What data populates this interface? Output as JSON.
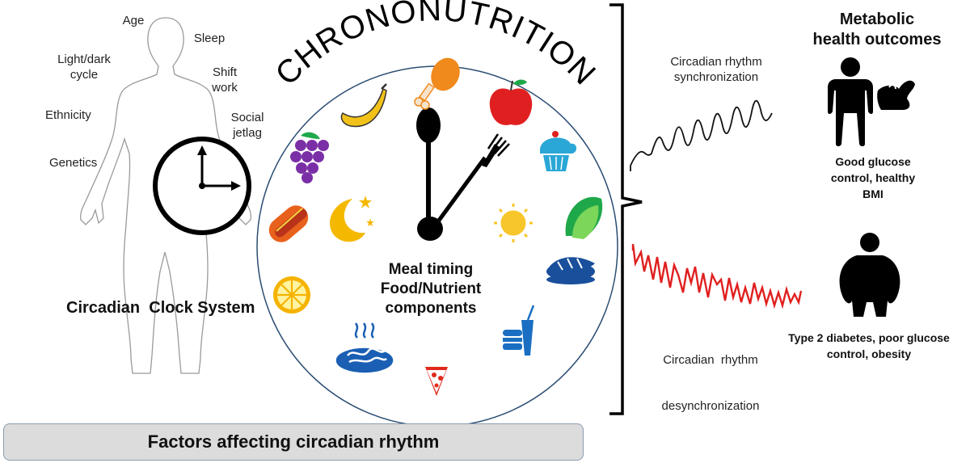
{
  "title": "CHRONONUTRITION",
  "factors": {
    "age": "Age",
    "sleep": "Sleep",
    "light_dark_1": "Light/dark",
    "light_dark_2": "cycle",
    "shift_work_1": "Shift",
    "shift_work_2": "work",
    "ethnicity": "Ethnicity",
    "social_jetlag_1": "Social",
    "social_jetlag_2": "jetlag",
    "genetics": "Genetics"
  },
  "circadian_label": "Circadian  Clock System",
  "center_text": [
    "Meal timing",
    "Food/Nutrient",
    "components"
  ],
  "banner": "Factors affecting circadian rhythm",
  "outcomes": {
    "heading_1": "Metabolic",
    "heading_2": "health outcomes",
    "sync_1": "Circadian rhythm",
    "sync_2": "synchronization",
    "desync_1": "Circadian  rhythm",
    "desync_2": "desynchronization",
    "good_1": "Good glucose",
    "good_2": "control, healthy",
    "good_3": "BMI",
    "bad_1": "Type 2 diabetes, poor glucose",
    "bad_2": "control, obesity"
  },
  "colors": {
    "sync_wave": "#111111",
    "desync_wave": "#e0201f",
    "banner_bg": "#dcdcdc",
    "grape": "#7b2fa6",
    "banana": "#f2c21a",
    "drumstick": "#f08a1c",
    "apple": "#e02020",
    "cupcake": "#2aa7d6",
    "sun": "#f7c62a",
    "taco": "#1fa84a",
    "sushi": "#1a4f9c",
    "fastfood": "#1a6fc2",
    "pizza": "#e02a1c",
    "pasta": "#1a5fb4",
    "lemon": "#f5b300",
    "hotdog": "#e8611c",
    "moon": "#f5b800"
  },
  "icons": [
    "human-outline-icon",
    "wall-clock-icon",
    "spoon-icon",
    "fork-icon",
    "grapes-icon",
    "banana-icon",
    "chicken-drumstick-icon",
    "apple-icon",
    "cupcake-icon",
    "moon-stars-icon",
    "sun-icon",
    "taco-icon",
    "hotdog-icon",
    "sushi-icon",
    "lemon-slice-icon",
    "pasta-icon",
    "pizza-slice-icon",
    "fast-food-icon",
    "healthy-person-icon",
    "flexed-arm-icon",
    "obese-person-icon",
    "bracket-icon"
  ]
}
